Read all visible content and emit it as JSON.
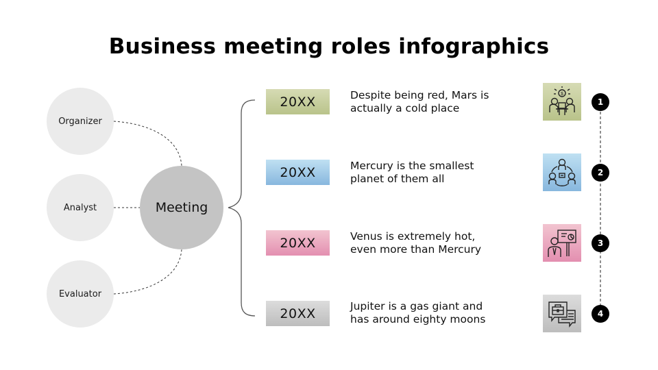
{
  "title": "Business meeting roles infographics",
  "roles": [
    {
      "label": "Organizer"
    },
    {
      "label": "Analyst"
    },
    {
      "label": "Evaluator"
    }
  ],
  "center": {
    "label": "Meeting"
  },
  "items": [
    {
      "year": "20XX",
      "text_line1": "Despite being red, Mars is",
      "text_line2": "actually a cold place",
      "icon": "business-meeting-money-icon",
      "number": "1",
      "color_top": "#d6dbb4",
      "color_bottom": "#b9c38a"
    },
    {
      "year": "20XX",
      "text_line1": "Mercury is the smallest",
      "text_line2": "planet of them all",
      "icon": "team-network-icon",
      "number": "2",
      "color_top": "#bfe0f2",
      "color_bottom": "#88b7de"
    },
    {
      "year": "20XX",
      "text_line1": "Venus is extremely hot,",
      "text_line2": "even more than Mercury",
      "icon": "presenter-chart-icon",
      "number": "3",
      "color_top": "#f2c4d0",
      "color_bottom": "#e38fb0"
    },
    {
      "year": "20XX",
      "text_line1": "Jupiter is a gas giant and",
      "text_line2": "has around eighty moons",
      "icon": "briefcase-chat-icon",
      "number": "4",
      "color_top": "#dcdcdc",
      "color_bottom": "#bdbdbd"
    }
  ],
  "colors": {
    "role_circle": "#ebebeb",
    "meeting_circle": "#c4c4c4",
    "number_badge": "#000000"
  }
}
